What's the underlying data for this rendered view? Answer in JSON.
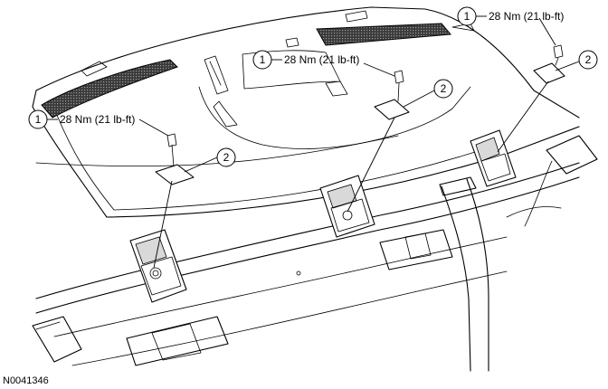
{
  "callouts": [
    {
      "number": "1",
      "text": "28 Nm (21 lb-ft)"
    },
    {
      "number": "2",
      "text": ""
    },
    {
      "number": "1",
      "text": "28 Nm (21 lb-ft)"
    },
    {
      "number": "2",
      "text": ""
    },
    {
      "number": "1",
      "text": "28 Nm (21 lb-ft)"
    },
    {
      "number": "2",
      "text": ""
    }
  ],
  "figure_id": "N0041346"
}
